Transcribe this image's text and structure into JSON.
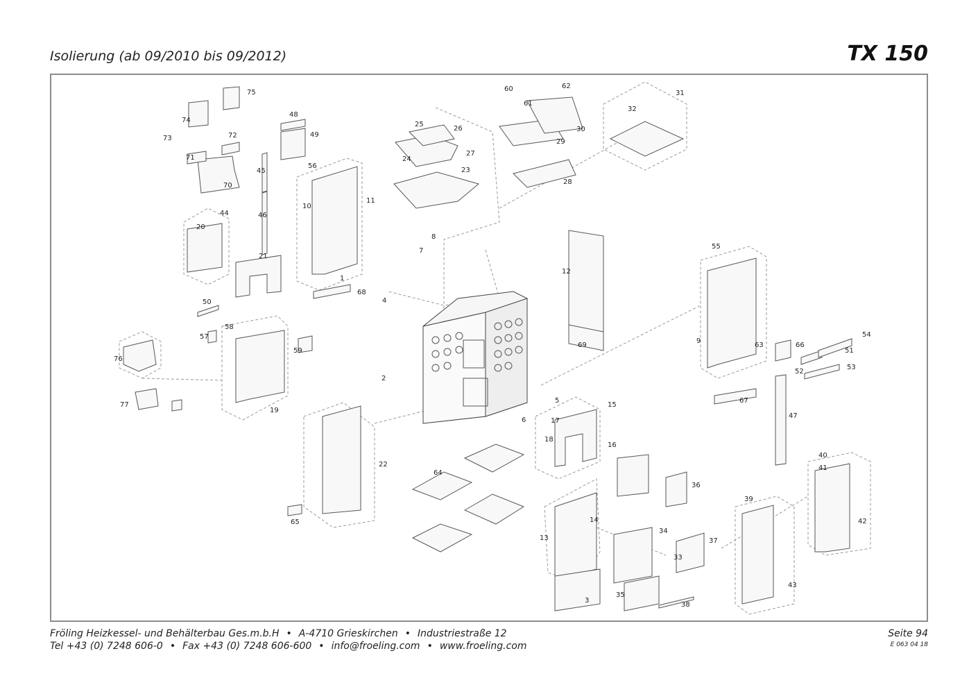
{
  "header": {
    "title": "Isolierung (ab 09/2010 bis 09/2012)",
    "model": "TX 150"
  },
  "footer": {
    "company": "Fröling Heizkessel- und Behälterbau Ges.m.b.H",
    "address_city": "A-4710 Grieskirchen",
    "address_street": "Industriestraße 12",
    "tel": "Tel +43 (0) 7248 606-0",
    "fax": "Fax +43 (0) 7248 606-600",
    "email": "info@froeling.com",
    "web": "www.froeling.com",
    "page": "Seite 94",
    "doc_code": "E 063 04 18"
  },
  "callouts": [
    "1",
    "2",
    "3",
    "4",
    "5",
    "6",
    "7",
    "8",
    "9",
    "10",
    "11",
    "12",
    "13",
    "14",
    "15",
    "16",
    "17",
    "18",
    "19",
    "20",
    "21",
    "22",
    "23",
    "24",
    "25",
    "26",
    "27",
    "28",
    "29",
    "30",
    "31",
    "32",
    "33",
    "34",
    "35",
    "36",
    "37",
    "38",
    "39",
    "40",
    "41",
    "42",
    "43",
    "44",
    "45",
    "46",
    "47",
    "48",
    "49",
    "50",
    "51",
    "52",
    "53",
    "54",
    "55",
    "56",
    "57",
    "58",
    "59",
    "60",
    "61",
    "62",
    "63",
    "64",
    "65",
    "66",
    "67",
    "68",
    "69",
    "70",
    "71",
    "72",
    "73",
    "74",
    "75",
    "76",
    "77"
  ]
}
